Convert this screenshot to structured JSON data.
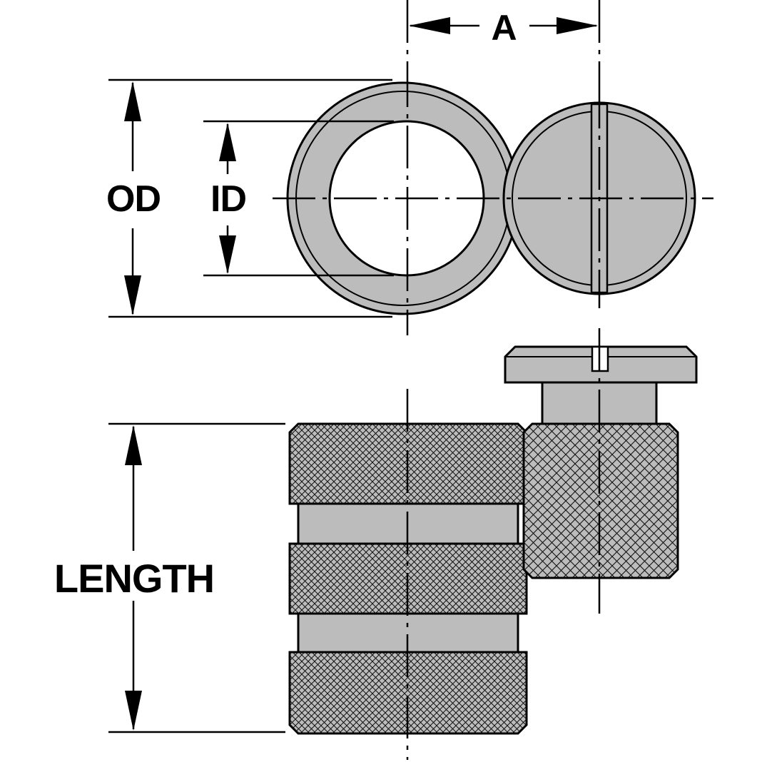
{
  "labels": {
    "a": "A",
    "od": "OD",
    "id": "ID",
    "length": "LENGTH"
  },
  "colors": {
    "metal": "#bcbcbc",
    "line": "#000000",
    "background": "#ffffff"
  }
}
